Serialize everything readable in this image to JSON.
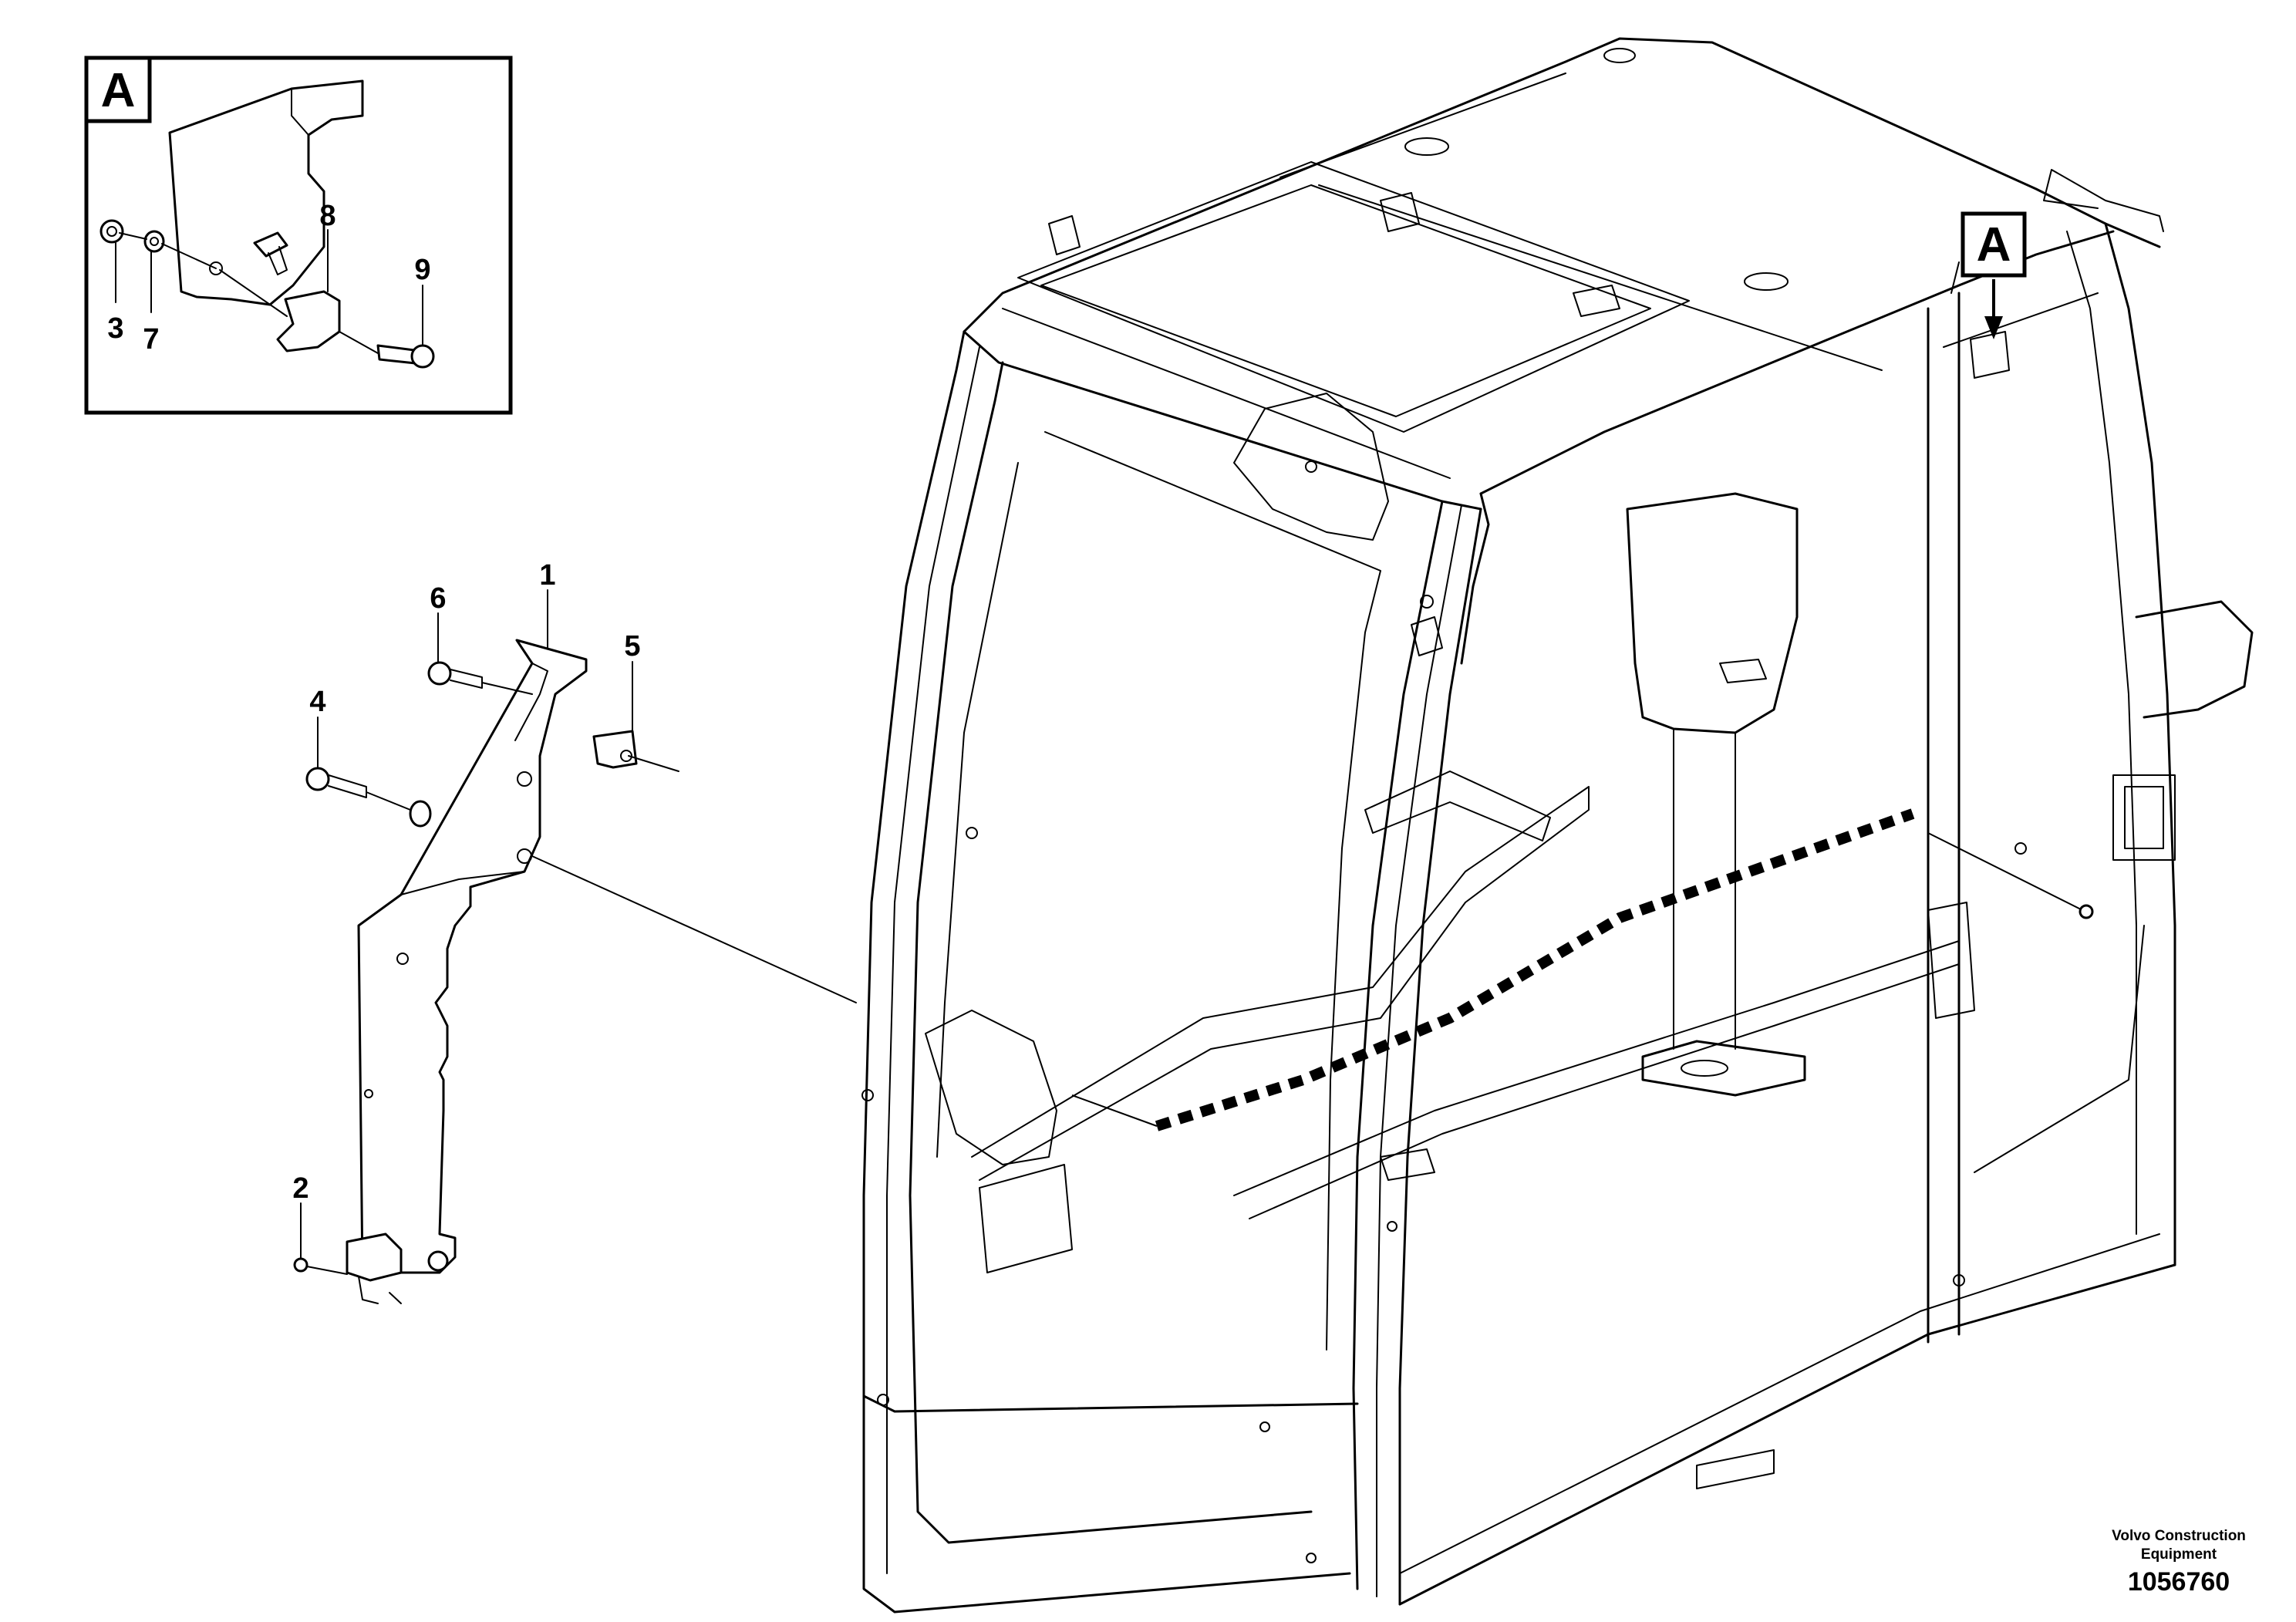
{
  "detail_view": {
    "label": "A"
  },
  "reference_flag": {
    "label": "A"
  },
  "callouts": {
    "c1": "1",
    "c2": "2",
    "c3": "3",
    "c4": "4",
    "c5": "5",
    "c6": "6",
    "c7": "7",
    "c8": "8",
    "c9": "9"
  },
  "footer": {
    "manufacturer": "Volvo Construction Equipment",
    "figure_number": "1056760"
  }
}
